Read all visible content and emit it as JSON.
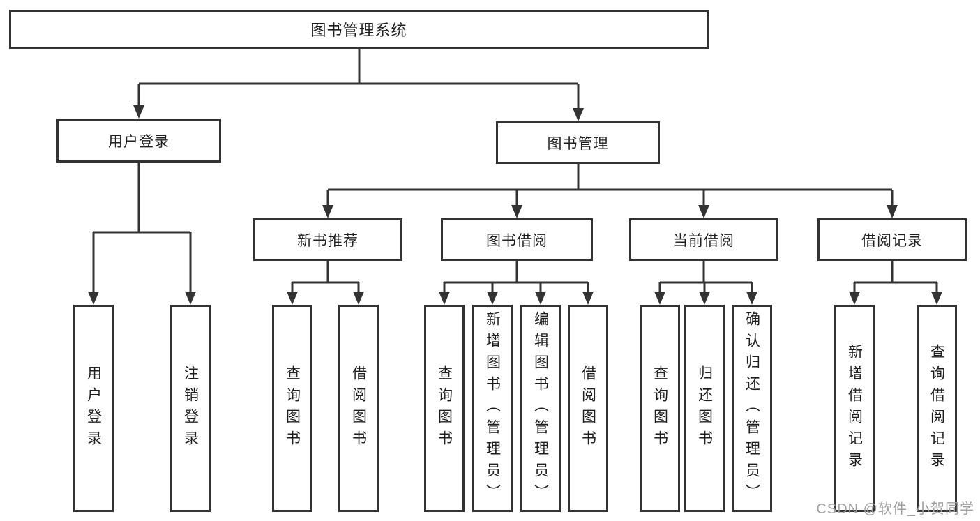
{
  "tree": {
    "label": "图书管理系统",
    "children": [
      {
        "label": "用户登录",
        "children": [
          {
            "label": "用户登录"
          },
          {
            "label": "注销登录"
          }
        ]
      },
      {
        "label": "图书管理",
        "children": [
          {
            "label": "新书推荐",
            "children": [
              {
                "label": "查询图书"
              },
              {
                "label": "借阅图书"
              }
            ]
          },
          {
            "label": "图书借阅",
            "children": [
              {
                "label": "查询图书"
              },
              {
                "label": "新增图书（管理员）"
              },
              {
                "label": "编辑图书（管理员）"
              },
              {
                "label": "借阅图书"
              }
            ]
          },
          {
            "label": "当前借阅",
            "children": [
              {
                "label": "查询图书"
              },
              {
                "label": "归还图书"
              },
              {
                "label": "确认归还（管理员）"
              }
            ]
          },
          {
            "label": "借阅记录",
            "children": [
              {
                "label": "新增借阅记录"
              },
              {
                "label": "查询借阅记录"
              }
            ]
          }
        ]
      }
    ]
  },
  "watermark": {
    "text": "CSDN @软件_小贺同学"
  },
  "colors": {
    "line": "#333333",
    "text": "#1f1f1f",
    "watermark": "#9e9e9e",
    "background": "#ffffff"
  }
}
